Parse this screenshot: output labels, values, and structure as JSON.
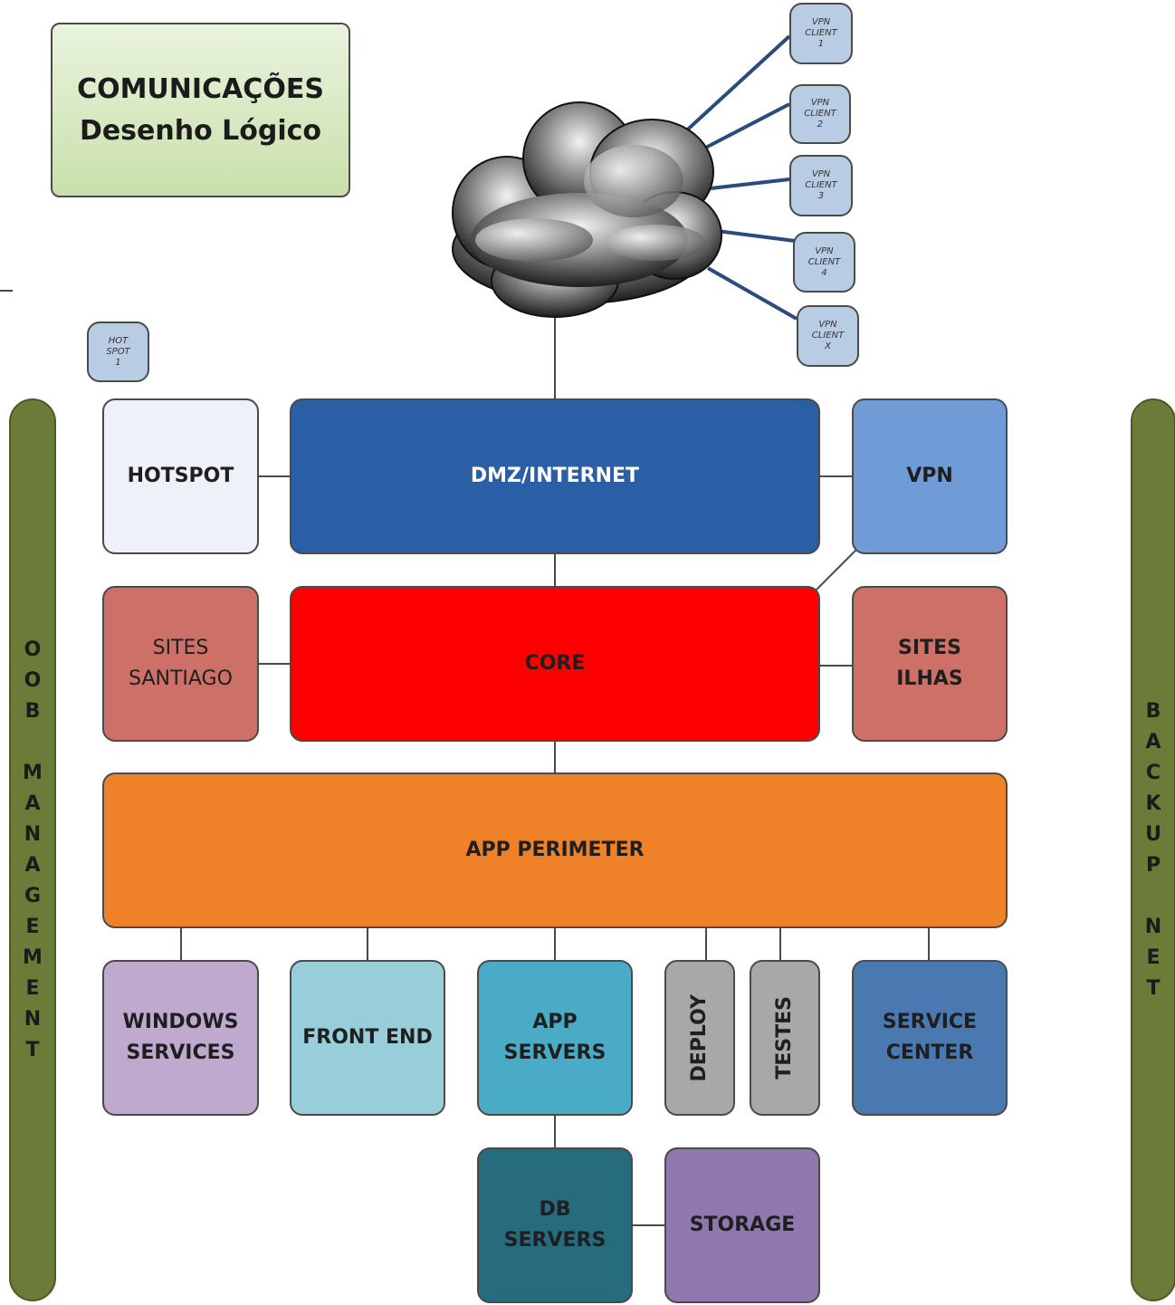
{
  "title": {
    "line1": "COMUNICAÇÕES",
    "line2": "Desenho Lógico"
  },
  "vpn_clients": [
    {
      "label": "VPN\nCLIENT\n1"
    },
    {
      "label": "VPN\nCLIENT\n2"
    },
    {
      "label": "VPN\nCLIENT\n3"
    },
    {
      "label": "VPN\nCLIENT\n4"
    },
    {
      "label": "VPN\nCLIENT\nX"
    }
  ],
  "hotspot_client": {
    "label": "HOT\nSPOT\n1"
  },
  "layers": {
    "hotspot": "HOTSPOT",
    "dmz": "DMZ/INTERNET",
    "vpn": "VPN",
    "sites_santiago": "SITES\nSANTIAGO",
    "core": "CORE",
    "sites_ilhas": "SITES\nILHAS",
    "app_perimeter": "APP PERIMETER",
    "windows_services": "WINDOWS\nSERVICES",
    "front_end": "FRONT END",
    "app_servers": "APP\nSERVERS",
    "deploy": "DEPLOY",
    "testes": "TESTES",
    "service_center": "SERVICE\nCENTER",
    "db_servers": "DB\nSERVERS",
    "storage": "STORAGE"
  },
  "side_bars": {
    "oob": [
      "O",
      "O",
      "B",
      "",
      "M",
      "A",
      "N",
      "A",
      "G",
      "E",
      "M",
      "E",
      "N",
      "T"
    ],
    "backup": [
      "B",
      "A",
      "C",
      "K",
      "U",
      "P",
      "",
      "N",
      "E",
      "T"
    ]
  },
  "colors": {
    "hotspot": "#eef1f7",
    "dmz": "#2a5ea5",
    "vpn": "#6f9bd6",
    "sites": "#cc7068",
    "core": "#ff0000",
    "app_perimeter": "#ef8228",
    "windows_services": "#bfa9cf",
    "front_end": "#98ced9",
    "app_servers": "#4aabc6",
    "deploy_testes": "#a8a8a8",
    "service_center": "#4a78b0",
    "db_servers": "#276c7e",
    "storage": "#8f78ad",
    "vpn_client": "#b8cce4",
    "side_bar": "#6a7c38"
  }
}
